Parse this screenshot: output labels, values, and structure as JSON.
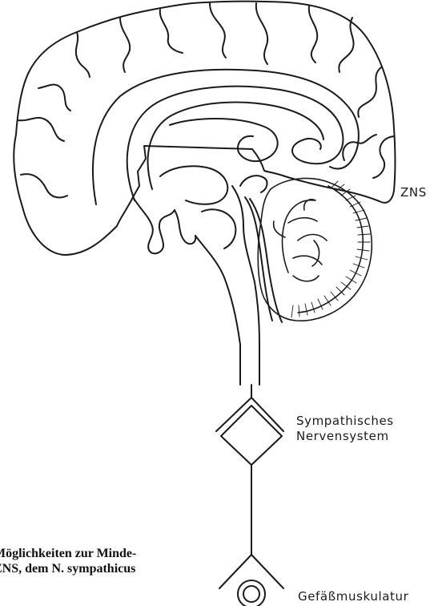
{
  "labels": {
    "zns": "ZNS",
    "sympathisches_line1": "Sympathisches",
    "sympathisches_line2": "Nervensystem",
    "gefaess": "Gefäßmuskulatur"
  },
  "caption": {
    "line1": "Möglichkeiten zur Minde-",
    "line2": "ZNS, dem N. sympathicus"
  },
  "colors": {
    "stroke": "#1a1a1a",
    "background": "#ffffff"
  }
}
